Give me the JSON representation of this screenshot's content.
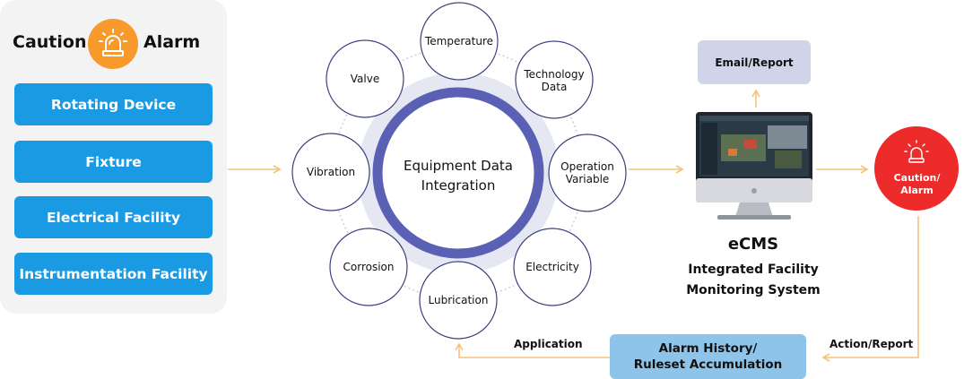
{
  "left_panel": {
    "caution": "Caution",
    "alarm": "Alarm",
    "items": [
      "Rotating Device",
      "Fixture",
      "Electrical Facility",
      "Instrumentation Facility"
    ]
  },
  "center": {
    "title_line1": "Equipment Data",
    "title_line2": "Integration",
    "nodes": {
      "temperature": "Temperature",
      "technology_1": "Technology",
      "technology_2": "Data",
      "operation_1": "Operation",
      "operation_2": "Variable",
      "electricity": "Electricity",
      "lubrication": "Lubrication",
      "corrosion": "Corrosion",
      "vibration": "Vibration",
      "valve": "Valve"
    }
  },
  "right": {
    "email_report": "Email/Report",
    "ecms": "eCMS",
    "ecms_sub1": "Integrated Facility",
    "ecms_sub2": "Monitoring System",
    "alarm_1": "Caution/",
    "alarm_2": "Alarm",
    "action_report": "Action/Report",
    "history_1": "Alarm History/",
    "history_2": "Ruleset Accumulation",
    "application": "Application"
  },
  "colors": {
    "accent_blue": "#1b9ae4",
    "ring_purple": "#5a61b4",
    "alarm_orange": "#f79a2b",
    "alarm_red": "#ee2b2b",
    "arrow_orange": "#f5c27a"
  }
}
